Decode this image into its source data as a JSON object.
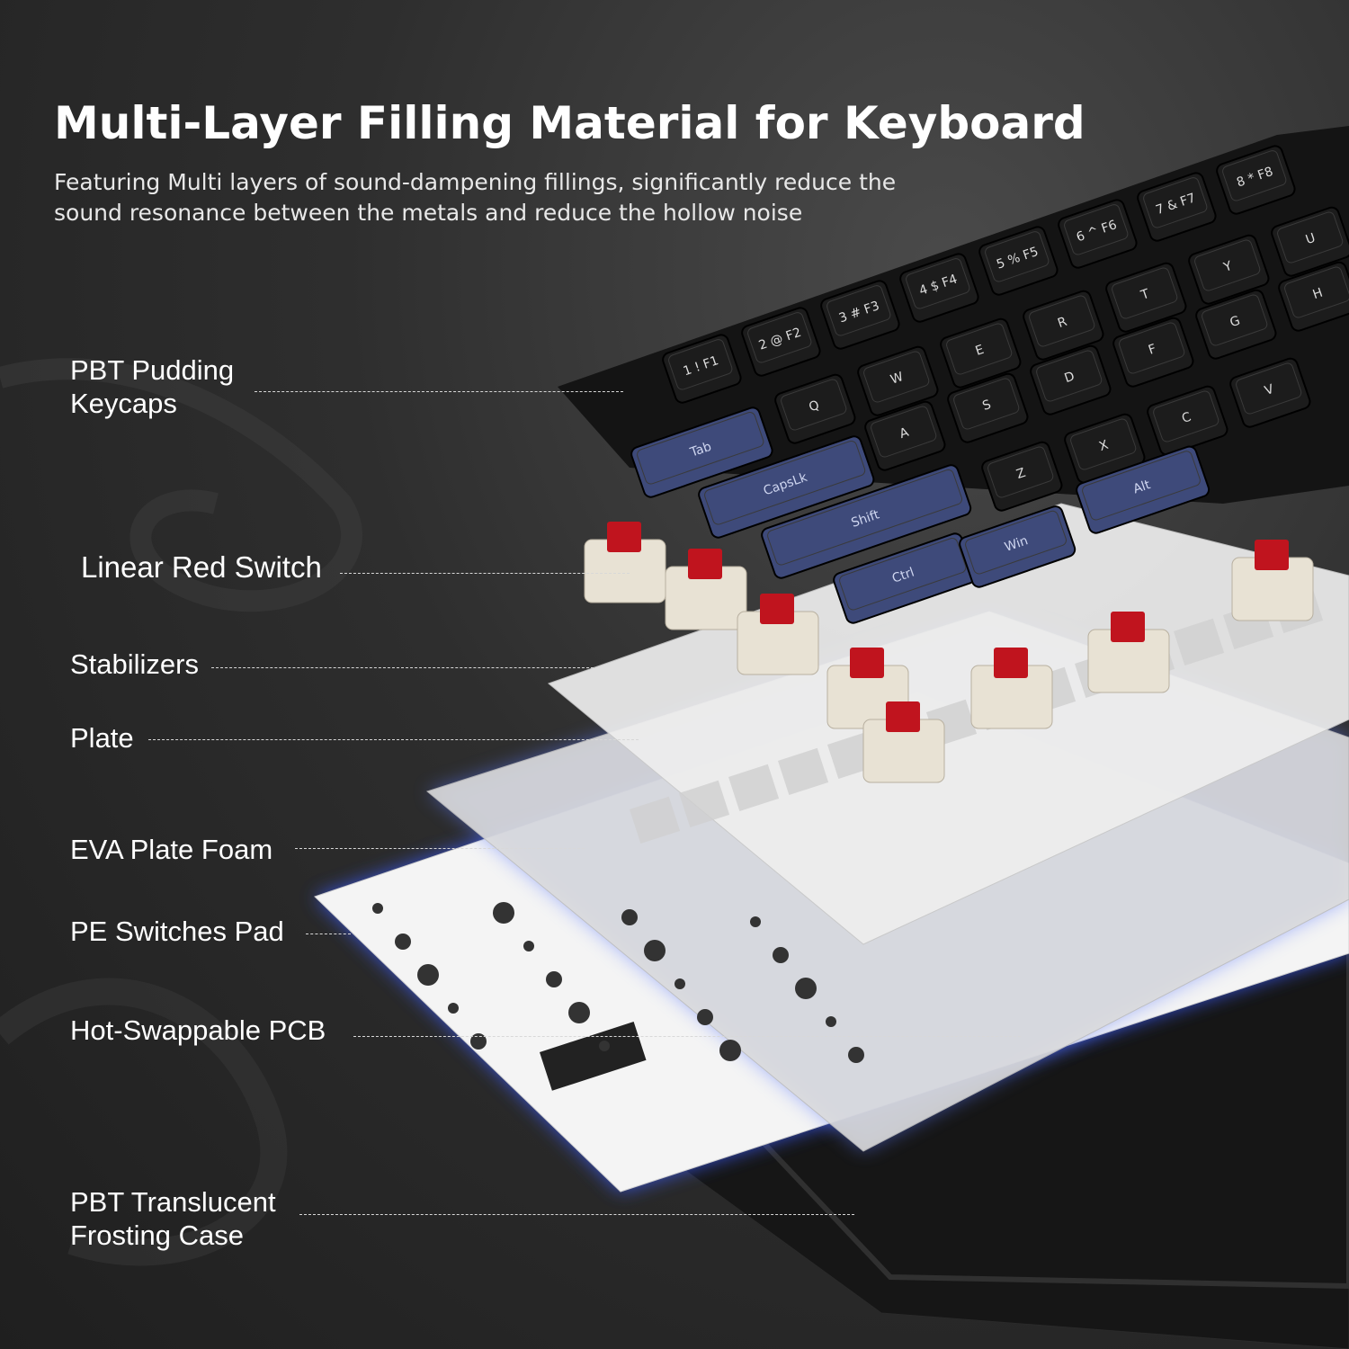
{
  "header": {
    "title": "Multi-Layer Filling Material for Keyboard",
    "subtitle": "Featuring Multi layers of sound-dampening fillings, significantly reduce the sound resonance between the metals and reduce the hollow noise"
  },
  "labels": [
    {
      "line1": "PBT Pudding",
      "line2": "Keycaps"
    },
    {
      "line1": "Linear Red Switch",
      "line2": ""
    },
    {
      "line1": "Stabilizers",
      "line2": ""
    },
    {
      "line1": "Plate",
      "line2": ""
    },
    {
      "line1": "EVA Plate Foam",
      "line2": ""
    },
    {
      "line1": "PE Switches Pad",
      "line2": ""
    },
    {
      "line1": "Hot-Swappable PCB",
      "line2": ""
    },
    {
      "line1": "PBT Translucent",
      "line2": "Frosting Case"
    }
  ],
  "keycaps": {
    "function_row": [
      "1 ! F1",
      "2 @ F2",
      "3 # F3",
      "4 $ F4",
      "5 % F5",
      "6 ^ F6",
      "7 & F7",
      "8 * F8"
    ],
    "letter_row": [
      "Q",
      "W",
      "E",
      "R",
      "T",
      "Y",
      "U"
    ],
    "home_row": [
      "A",
      "S",
      "D",
      "F",
      "G",
      "H"
    ],
    "bottom_row": [
      "Z",
      "X",
      "C",
      "V"
    ],
    "modifiers": [
      "Tab",
      "CapsLk",
      "Shift",
      "Ctrl",
      "Win",
      "Alt"
    ]
  },
  "colors": {
    "background": "#2e2e2e",
    "keycap_black": "#1c1c1c",
    "modifier_blue": "#3e4a7a",
    "switch_red": "#c0141e",
    "switch_housing": "#e8e2d4",
    "plate_white": "#f2f2f2",
    "glow_blue": "#3a5cff",
    "case_black": "#161616"
  }
}
